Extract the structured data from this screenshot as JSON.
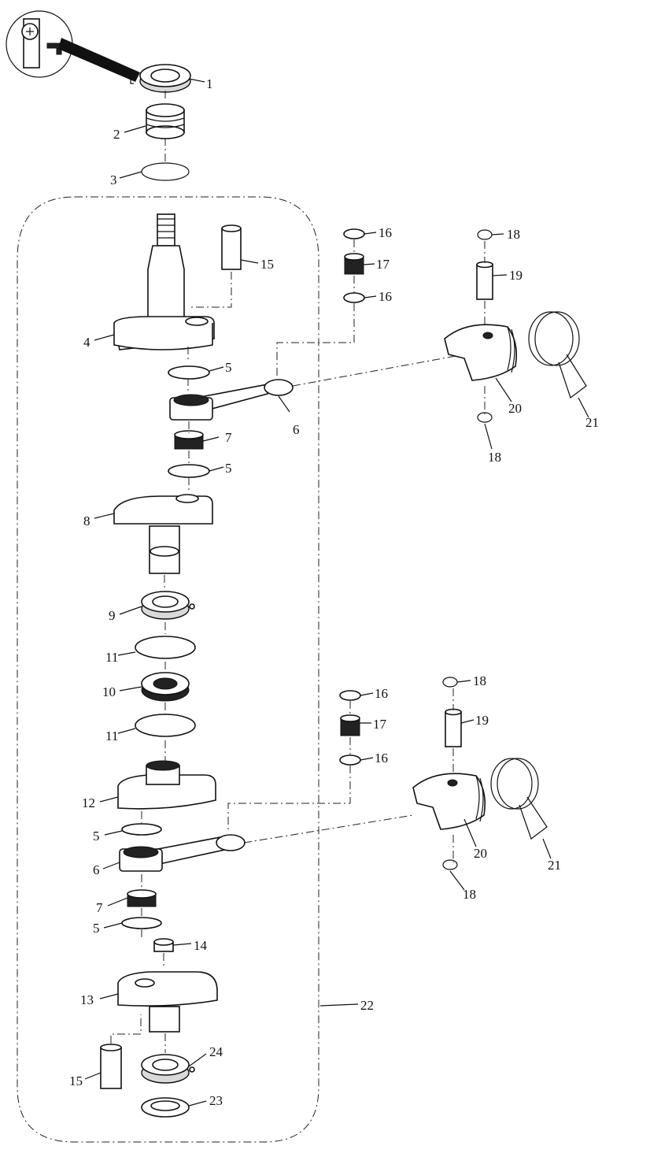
{
  "diagram": {
    "labels": [
      "1",
      "2",
      "3",
      "4",
      "5",
      "5",
      "6",
      "7",
      "8",
      "9",
      "10",
      "11",
      "11",
      "12",
      "5",
      "6",
      "7",
      "5",
      "13",
      "14",
      "15",
      "15",
      "16",
      "17",
      "16",
      "18",
      "19",
      "18",
      "20",
      "21",
      "16",
      "17",
      "16",
      "18",
      "19",
      "18",
      "20",
      "21",
      "22",
      "23",
      "24"
    ]
  }
}
